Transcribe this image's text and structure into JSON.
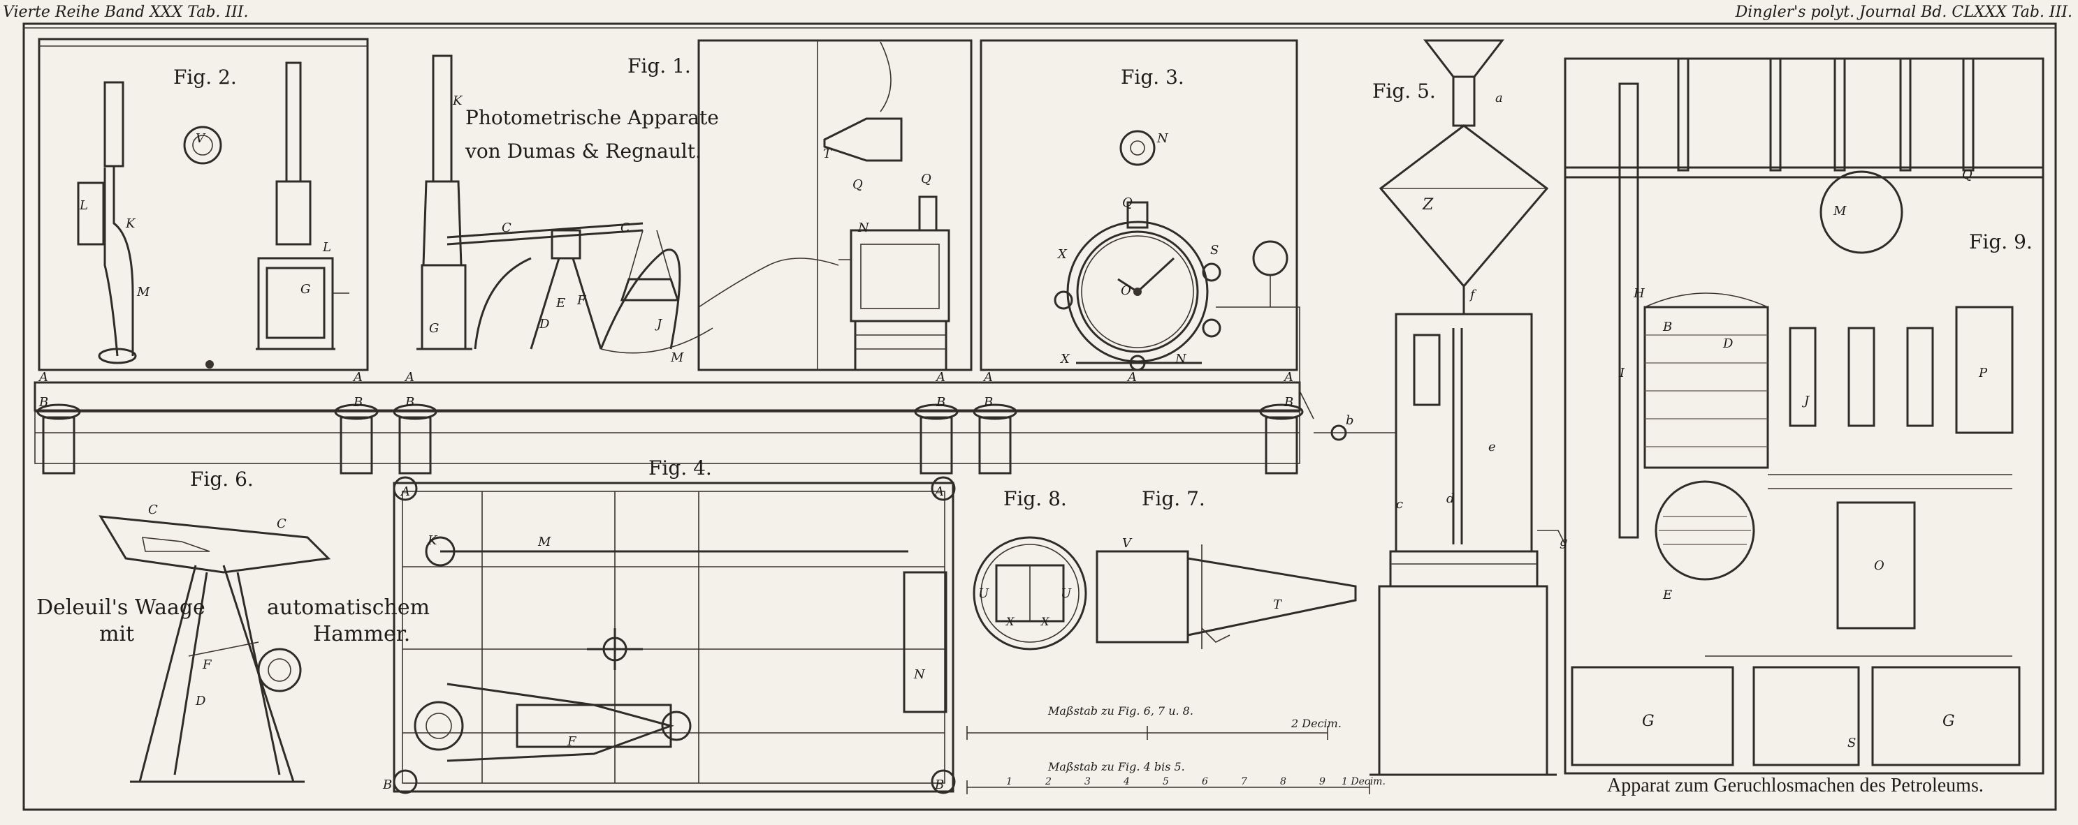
{
  "header": {
    "left": "Vierte Reihe Band XXX Tab. III.",
    "right": "Dingler's polyt. Journal Bd. CLXXX Tab. III."
  },
  "figures": {
    "fig1": "Fig. 1.",
    "fig2": "Fig. 2.",
    "fig3": "Fig. 3.",
    "fig4": "Fig. 4.",
    "fig5": "Fig. 5.",
    "fig6": "Fig. 6.",
    "fig7": "Fig. 7.",
    "fig8": "Fig. 8.",
    "fig9": "Fig. 9."
  },
  "captions": {
    "photometric_line1": "Photometrische Apparate",
    "photometric_line2": "von Dumas & Regnault.",
    "balance_line1": "Deleuil's Waage",
    "balance_line2": "automatischem",
    "balance_line3": "mit",
    "balance_line4": "Hammer.",
    "petroleum": "Apparat zum Geruchlosmachen des Petroleums."
  },
  "scales": {
    "scale_fig678_label": "Maßstab zu Fig. 6, 7 u. 8.",
    "scale_fig678_end": "2 Decim.",
    "scale_fig45_label": "Maßstab zu Fig. 4 bis 5.",
    "scale_fig45_ticks": [
      "1",
      "2",
      "3",
      "4",
      "5",
      "6",
      "7",
      "8",
      "9"
    ],
    "scale_fig45_end": "1 Decim."
  },
  "letters": {
    "A": "A",
    "B": "B",
    "C": "C",
    "D": "D",
    "E": "E",
    "F": "F",
    "G": "G",
    "H": "H",
    "I": "I",
    "J": "J",
    "K": "K",
    "L": "L",
    "M": "M",
    "N": "N",
    "O": "O",
    "P": "P",
    "Q": "Q",
    "S": "S",
    "T": "T",
    "U": "U",
    "V": "V",
    "X": "X",
    "Z": "Z",
    "a": "a",
    "b": "b",
    "c": "c",
    "d": "d",
    "e": "e",
    "f": "f",
    "g": "g"
  }
}
